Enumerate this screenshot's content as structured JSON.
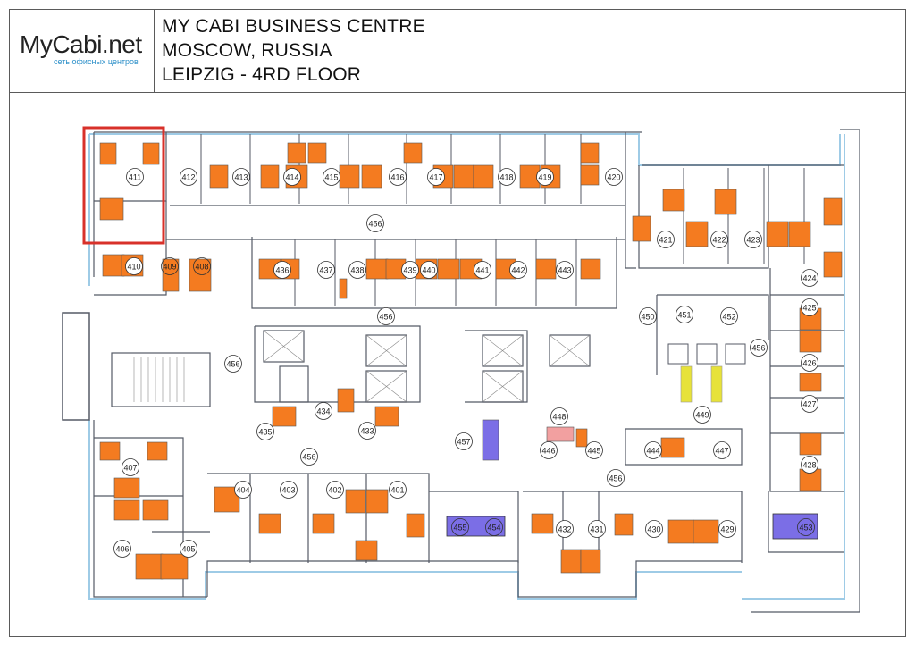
{
  "header": {
    "logo": "MyCabi.net",
    "logo_subtitle": "сеть офисных центров",
    "title_lines": [
      "MY CABI BUSINESS CENTRE",
      "MOSCOW, RUSSIA",
      "LEIPZIG - 4RD FLOOR"
    ]
  },
  "colors": {
    "desk": "#f47b20",
    "meeting": "#7b6ee6",
    "highlight": "#d8312a",
    "wall": "#555a66",
    "glass": "#9ecbe6",
    "accent_yellow": "#e7e23a",
    "logo_accent": "#2b8fc9"
  },
  "highlighted_room": "411",
  "rooms": [
    {
      "id": "r411",
      "label": "411"
    },
    {
      "id": "r412",
      "label": "412"
    },
    {
      "id": "r413",
      "label": "413"
    },
    {
      "id": "r414",
      "label": "414"
    },
    {
      "id": "r415",
      "label": "415"
    },
    {
      "id": "r416",
      "label": "416"
    },
    {
      "id": "r417",
      "label": "417"
    },
    {
      "id": "r418",
      "label": "418"
    },
    {
      "id": "r419",
      "label": "419"
    },
    {
      "id": "r420",
      "label": "420"
    },
    {
      "id": "r421",
      "label": "421"
    },
    {
      "id": "r422",
      "label": "422"
    },
    {
      "id": "r423",
      "label": "423"
    },
    {
      "id": "r424",
      "label": "424"
    },
    {
      "id": "r425",
      "label": "425"
    },
    {
      "id": "r426",
      "label": "426"
    },
    {
      "id": "r427",
      "label": "427"
    },
    {
      "id": "r428",
      "label": "428"
    },
    {
      "id": "r429",
      "label": "429"
    },
    {
      "id": "r430",
      "label": "430"
    },
    {
      "id": "r431",
      "label": "431"
    },
    {
      "id": "r432",
      "label": "432"
    },
    {
      "id": "r433",
      "label": "433"
    },
    {
      "id": "r434",
      "label": "434"
    },
    {
      "id": "r435",
      "label": "435"
    },
    {
      "id": "r436",
      "label": "436"
    },
    {
      "id": "r437",
      "label": "437"
    },
    {
      "id": "r438",
      "label": "438"
    },
    {
      "id": "r439",
      "label": "439"
    },
    {
      "id": "r440",
      "label": "440"
    },
    {
      "id": "r441",
      "label": "441"
    },
    {
      "id": "r442",
      "label": "442"
    },
    {
      "id": "r443",
      "label": "443"
    },
    {
      "id": "r444",
      "label": "444"
    },
    {
      "id": "r445",
      "label": "445"
    },
    {
      "id": "r446",
      "label": "446"
    },
    {
      "id": "r447",
      "label": "447"
    },
    {
      "id": "r448",
      "label": "448"
    },
    {
      "id": "r449",
      "label": "449"
    },
    {
      "id": "r450",
      "label": "450"
    },
    {
      "id": "r451",
      "label": "451"
    },
    {
      "id": "r452",
      "label": "452"
    },
    {
      "id": "r453",
      "label": "453"
    },
    {
      "id": "r454",
      "label": "454"
    },
    {
      "id": "r455",
      "label": "455"
    },
    {
      "id": "r456a",
      "label": "456"
    },
    {
      "id": "r456b",
      "label": "456"
    },
    {
      "id": "r456c",
      "label": "456"
    },
    {
      "id": "r456d",
      "label": "456"
    },
    {
      "id": "r456e",
      "label": "456"
    },
    {
      "id": "r456f",
      "label": "456"
    },
    {
      "id": "r457",
      "label": "457"
    },
    {
      "id": "r401",
      "label": "401"
    },
    {
      "id": "r402",
      "label": "402"
    },
    {
      "id": "r403",
      "label": "403"
    },
    {
      "id": "r404",
      "label": "404"
    },
    {
      "id": "r405",
      "label": "405"
    },
    {
      "id": "r406",
      "label": "406"
    },
    {
      "id": "r407",
      "label": "407"
    },
    {
      "id": "r408",
      "label": "408"
    },
    {
      "id": "r409",
      "label": "409"
    },
    {
      "id": "r410",
      "label": "410"
    }
  ]
}
